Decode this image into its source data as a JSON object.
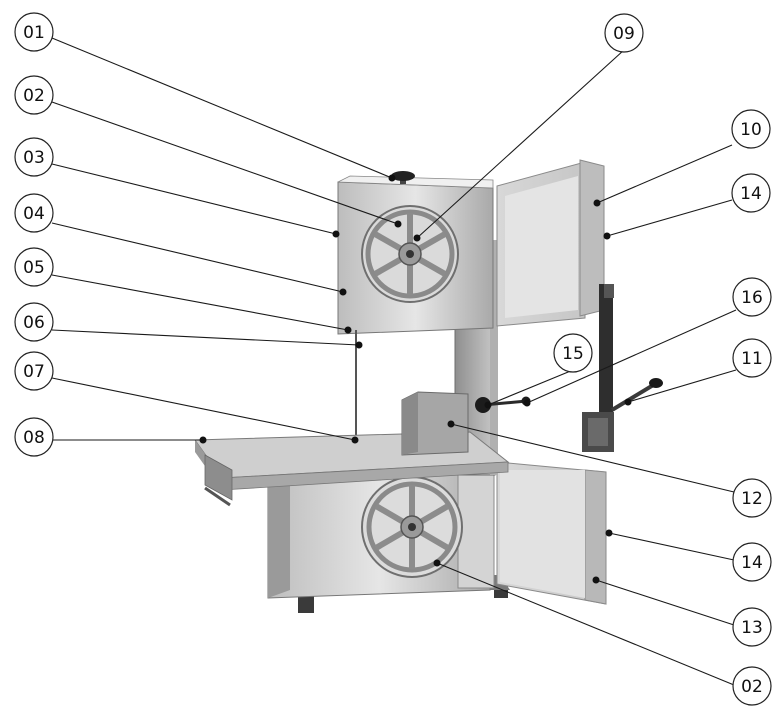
{
  "diagram": {
    "subject": "band-saw-icon",
    "callouts": [
      {
        "id": "c01",
        "label": "01"
      },
      {
        "id": "c02a",
        "label": "02"
      },
      {
        "id": "c03",
        "label": "03"
      },
      {
        "id": "c04",
        "label": "04"
      },
      {
        "id": "c05",
        "label": "05"
      },
      {
        "id": "c06",
        "label": "06"
      },
      {
        "id": "c07",
        "label": "07"
      },
      {
        "id": "c08",
        "label": "08"
      },
      {
        "id": "c09",
        "label": "09"
      },
      {
        "id": "c10",
        "label": "10"
      },
      {
        "id": "c14a",
        "label": "14"
      },
      {
        "id": "c16",
        "label": "16"
      },
      {
        "id": "c15",
        "label": "15"
      },
      {
        "id": "c11",
        "label": "11"
      },
      {
        "id": "c12",
        "label": "12"
      },
      {
        "id": "c14b",
        "label": "14"
      },
      {
        "id": "c13",
        "label": "13"
      },
      {
        "id": "c02b",
        "label": "02"
      }
    ]
  }
}
